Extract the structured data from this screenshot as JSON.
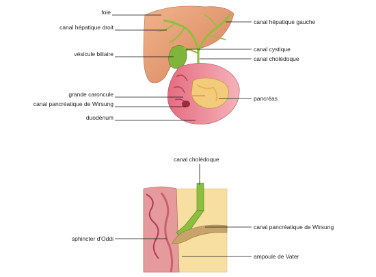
{
  "figure_top": {
    "labels_left": {
      "liver": "foie",
      "right_hepatic_duct": "canal hépatique droit",
      "gallbladder": "vésicule biliaire",
      "major_papilla": "grande caroncule",
      "wirsung_duct": "canal pancréatique de Wirsung",
      "duodenum": "duodénum"
    },
    "labels_right": {
      "left_hepatic_duct": "canal hépatique gauche",
      "cystic_duct": "canal cystique",
      "common_bile_duct": "canal cholédoque",
      "pancreas": "pancréas"
    }
  },
  "figure_bottom": {
    "labels": {
      "common_bile_duct": "canal cholédoque",
      "oddi_sphincter": "sphincter d'Oddi",
      "wirsung_duct": "canal pancréatique de Wirsung",
      "vater_ampulla": "ampoule de Vater"
    }
  },
  "colors": {
    "liver": "#e49a72",
    "bile": "#8dbf3f",
    "pancreas": "#f2cc7a",
    "duodenum_wall": "#e88a9a",
    "fat": "#f6dfa0"
  }
}
